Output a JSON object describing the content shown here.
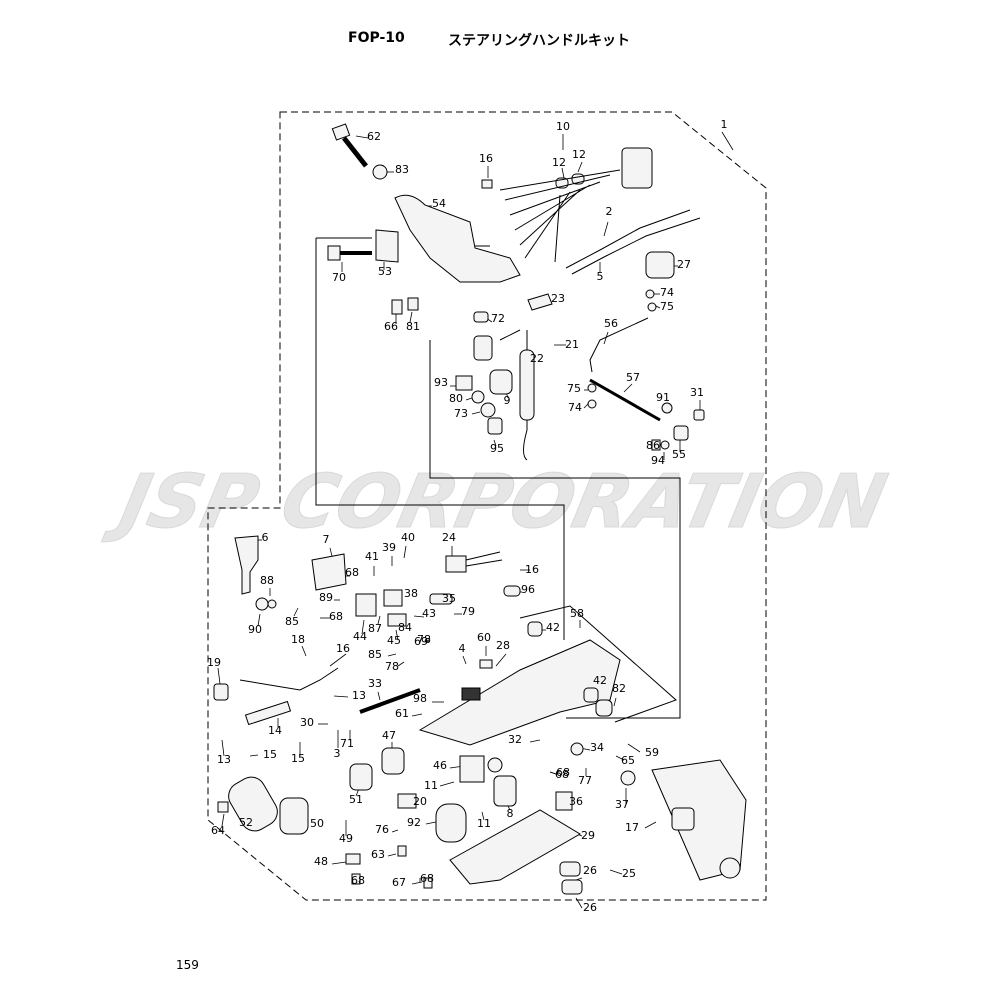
{
  "header": {
    "code": "FOP-10",
    "title": "ステアリングハンドルキット"
  },
  "page_number": "159",
  "watermark": "JSP CORPORATION",
  "colors": {
    "line": "#000000",
    "watermark": "#e6e6e6",
    "part_fill": "#f4f4f4",
    "part_dark": "#333333"
  },
  "part_labels": [
    "1",
    "2",
    "3",
    "4",
    "5",
    "6",
    "7",
    "8",
    "9",
    "10",
    "11",
    "11",
    "12",
    "12",
    "13",
    "13",
    "14",
    "15",
    "15",
    "16",
    "16",
    "16",
    "17",
    "18",
    "19",
    "20",
    "21",
    "22",
    "23",
    "24",
    "25",
    "26",
    "26",
    "27",
    "28",
    "29",
    "30",
    "31",
    "32",
    "33",
    "34",
    "35",
    "36",
    "37",
    "38",
    "39",
    "40",
    "41",
    "42",
    "42",
    "43",
    "44",
    "45",
    "46",
    "47",
    "48",
    "49",
    "50",
    "51",
    "52",
    "53",
    "54",
    "55",
    "56",
    "57",
    "58",
    "59",
    "60",
    "61",
    "62",
    "63",
    "64",
    "65",
    "66",
    "67",
    "68",
    "68",
    "68",
    "68",
    "68",
    "68",
    "69",
    "70",
    "71",
    "72",
    "73",
    "74",
    "74",
    "75",
    "75",
    "76",
    "77",
    "78",
    "78",
    "79",
    "80",
    "81",
    "82",
    "83",
    "84",
    "85",
    "85",
    "86",
    "87",
    "88",
    "89",
    "90",
    "91",
    "92",
    "93",
    "94",
    "95",
    "96",
    "98"
  ]
}
